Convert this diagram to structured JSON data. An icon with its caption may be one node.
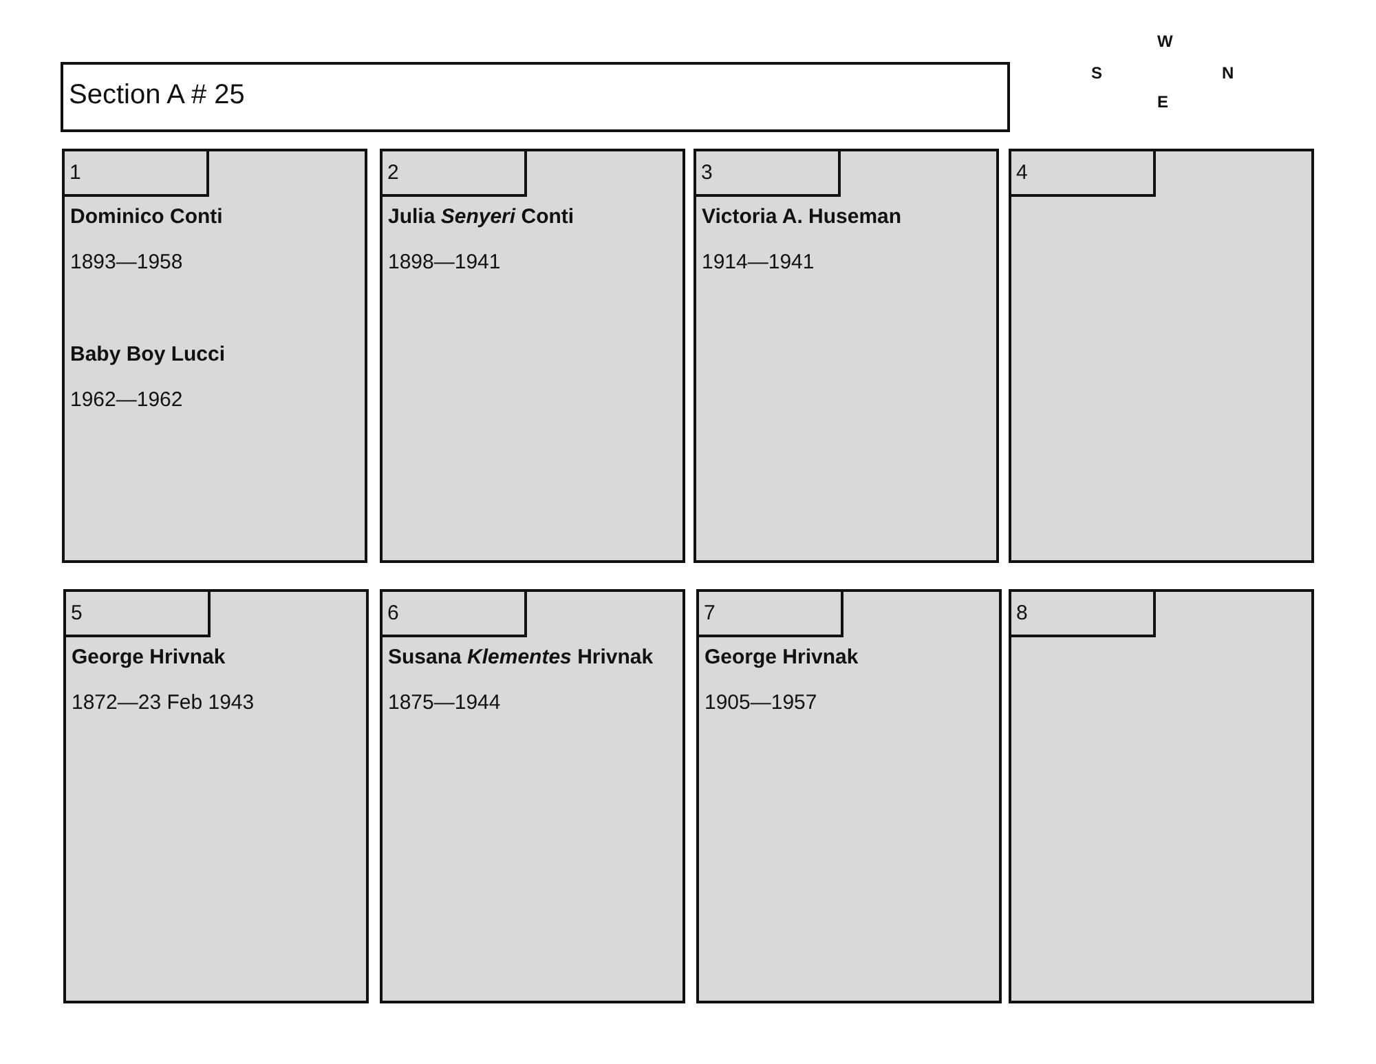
{
  "diagram": {
    "nodes": [
      {
        "text": [
          "Section A # 25"
        ]
      },
      {
        "text": [
          "Dominico Conti",
          "1893—1958",
          "Baby Boy Lucci",
          "1962—1962"
        ]
      },
      {
        "text": [
          "1"
        ],
        "in": 1
      },
      {
        "text": [
          "Julia *Senyeri* Conti",
          "1898—1941"
        ]
      },
      {
        "text": [
          "2"
        ],
        "in": 3
      },
      {
        "text": [
          "Victoria A. Huseman",
          "1914—1941"
        ]
      },
      {
        "text": [
          "3"
        ],
        "in": 5
      },
      {
        "text": [],
        "shape": "box"
      },
      {
        "text": [
          "4"
        ],
        "in": 7
      },
      {
        "text": [
          "George Hrivnak",
          "1872—23 Feb 1943"
        ]
      },
      {
        "text": [
          "5"
        ],
        "in": 9
      },
      {
        "text": [
          "Susana *Klementes* Hrivnak",
          "1875—1944"
        ]
      },
      {
        "text": [
          "6"
        ],
        "in": 11
      },
      {
        "text": [
          "George Hrivnak",
          "1905—1957"
        ]
      },
      {
        "text": [
          "7"
        ],
        "in": 13
      },
      {
        "text": [],
        "shape": "box"
      },
      {
        "text": [
          "8"
        ],
        "in": 15
      }
    ],
    "edges": [],
    "labels": [
      "W",
      "S",
      "N",
      "E"
    ]
  }
}
